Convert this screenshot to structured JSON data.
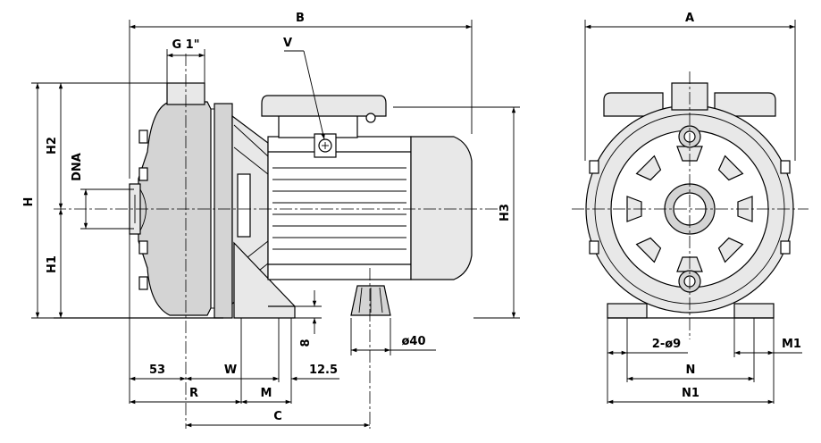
{
  "labels": {
    "B": "B",
    "A": "A",
    "G": "G 1\"",
    "V": "V",
    "H": "H",
    "H1": "H1",
    "H2": "H2",
    "H3": "H3",
    "DNA": "DNA",
    "d53": "53",
    "W": "W",
    "d12_5": "12.5",
    "R": "R",
    "M": "M",
    "C": "C",
    "d8": "8",
    "d40": "ø40",
    "holes": "2-ø9",
    "M1": "M1",
    "N": "N",
    "N1": "N1"
  }
}
